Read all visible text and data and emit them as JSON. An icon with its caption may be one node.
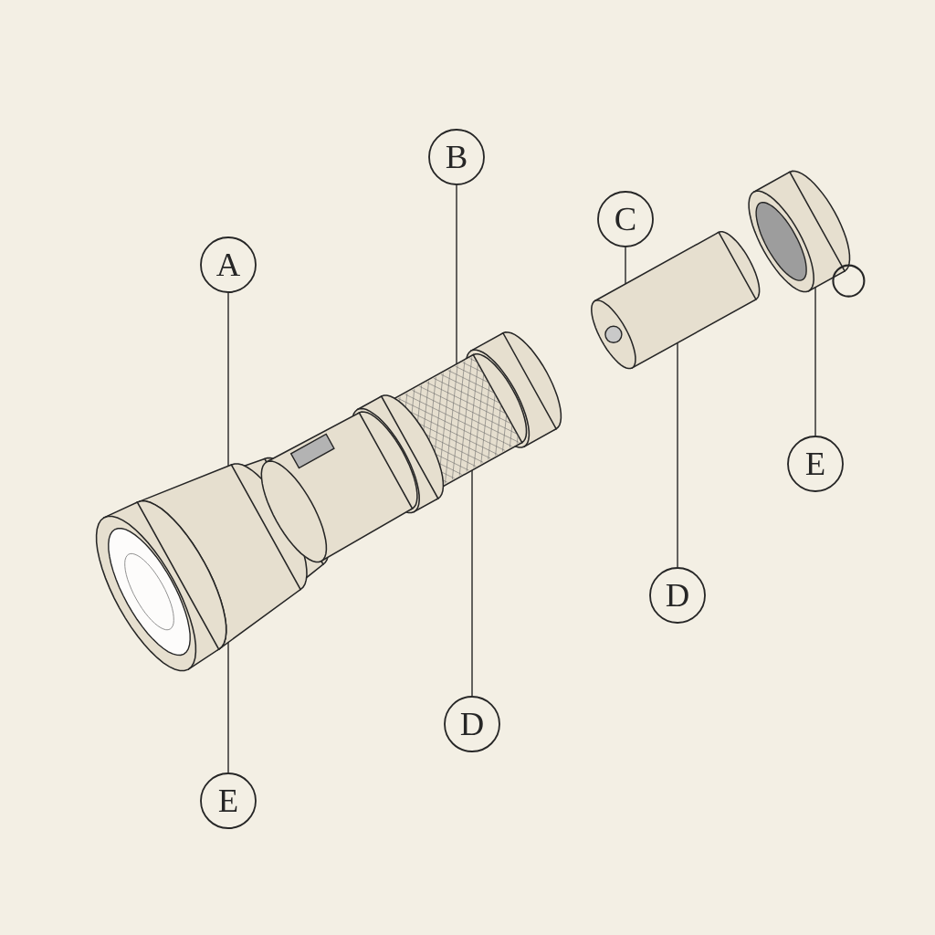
{
  "diagram": {
    "nodes": [
      {
        "text": [
          "B"
        ]
      },
      {
        "text": [
          "C"
        ]
      },
      {
        "text": [
          "A"
        ]
      },
      {
        "text": [
          "E"
        ]
      },
      {
        "text": [
          "D"
        ]
      },
      {
        "text": [
          "D"
        ]
      },
      {
        "text": [
          "E"
        ]
      },
      {
        "text": [],
        "shape": "picture"
      },
      {
        "text": [],
        "shape": "picture"
      },
      {
        "text": [],
        "shape": "picture"
      },
      {
        "text": [],
        "shape": "picture"
      }
    ],
    "edges": [
      {
        "from": 2,
        "to": 7,
        "arrow": "none"
      },
      {
        "from": 0,
        "to": 8,
        "arrow": "none"
      },
      {
        "from": 1,
        "to": 9,
        "arrow": "none"
      },
      {
        "from": 3,
        "to": 10,
        "arrow": "none"
      },
      {
        "from": 4,
        "to": 9,
        "arrow": "none"
      },
      {
        "from": 5,
        "to": 8,
        "arrow": "none"
      },
      {
        "from": 6,
        "to": 7,
        "arrow": "none"
      }
    ]
  }
}
